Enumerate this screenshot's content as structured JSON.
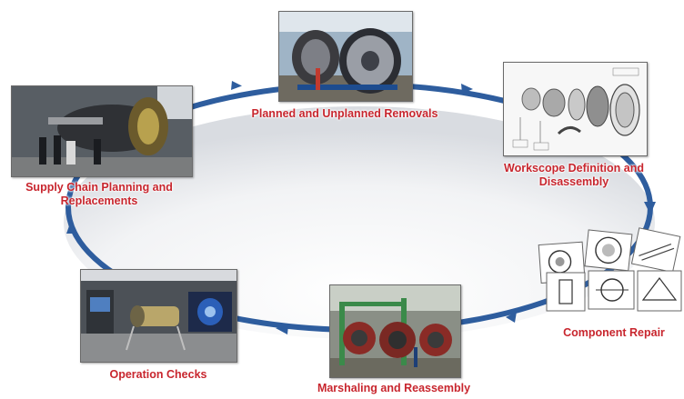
{
  "stages": [
    {
      "label": "Planned and Unplanned Removals",
      "image": "engine-removal-photo"
    },
    {
      "label_line1": "Workscope Definition and",
      "label_line2": "Disassembly",
      "image": "exploded-engine-diagram"
    },
    {
      "label": "Component Repair",
      "image": "component-drawings-collage"
    },
    {
      "label": "Marshaling and Reassembly",
      "image": "reassembly-shop-photo"
    },
    {
      "label": "Operation Checks",
      "image": "test-cell-photo"
    },
    {
      "label_line1": "Supply Chain Planning and",
      "label_line2": "Replacements",
      "image": "engine-hangar-photo"
    }
  ],
  "colors": {
    "cycle_arrow": "#2e5d9e",
    "label_text": "#c8262e"
  }
}
